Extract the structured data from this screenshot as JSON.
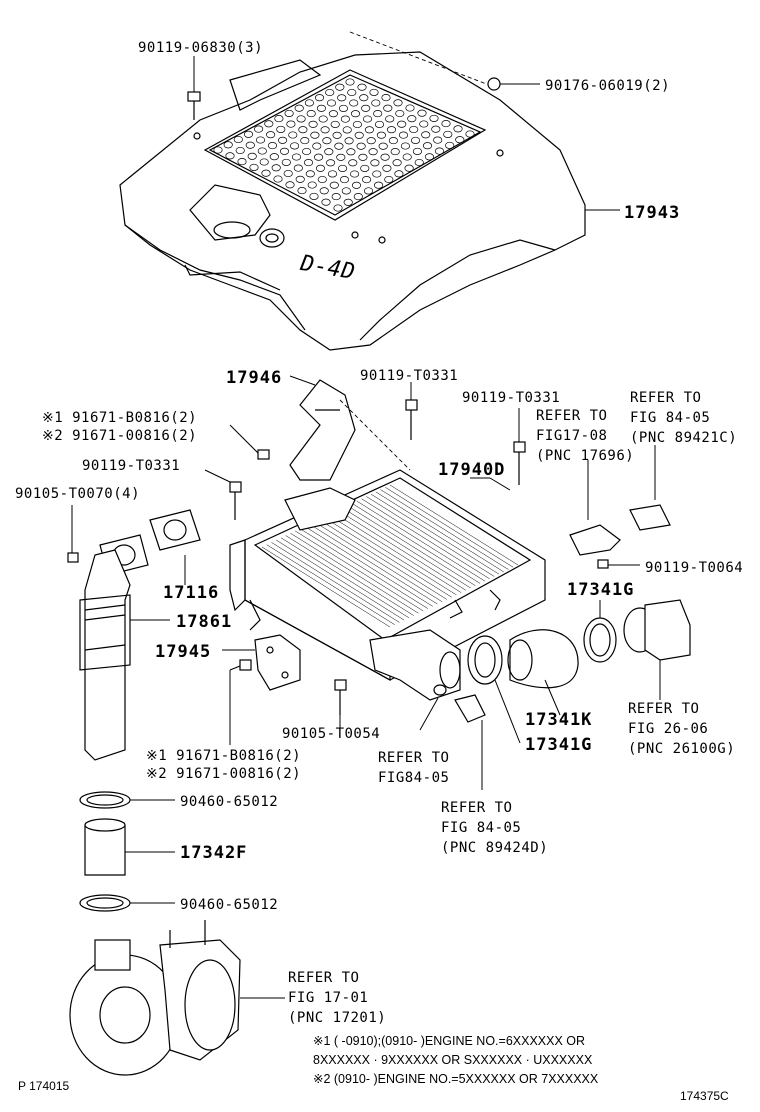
{
  "labels": {
    "p90119_06830": "90119-06830(3)",
    "p90176_06019": "90176-06019(2)",
    "p17943": "17943",
    "p17946": "17946",
    "p90119_t0331_a": "90119-T0331",
    "p90119_t0331_b": "90119-T0331",
    "p90119_t0331_c": "90119-T0331",
    "p91671_b0816_top": "※1 91671-B0816(2)",
    "p91671_00816_top": "※2 91671-00816(2)",
    "p90105_t0070": "90105-T0070(4)",
    "p17940d": "17940D",
    "p17116": "17116",
    "p17861": "17861",
    "p17945": "17945",
    "p90119_t0064": "90119-T0064",
    "p17341g_a": "17341G",
    "p17341k": "17341K",
    "p17341g_b": "17341G",
    "p90105_t0054": "90105-T0054",
    "p91671_b0816_bot": "※1 91671-B0816(2)",
    "p91671_00816_bot": "※2 91671-00816(2)",
    "p90460_65012_a": "90460-65012",
    "p17342f": "17342F",
    "p90460_65012_b": "90460-65012"
  },
  "refs": {
    "fig17_08": [
      "REFER TO",
      "FIG17-08",
      "(PNC 17696)"
    ],
    "fig84_05_c": [
      "REFER TO",
      "FIG 84-05",
      "(PNC 89421C)"
    ],
    "fig26_06": [
      "REFER TO",
      "FIG 26-06",
      "(PNC 26100G)"
    ],
    "fig84_05_a": [
      "REFER TO",
      "FIG84-05"
    ],
    "fig84_05_d": [
      "REFER TO",
      "FIG 84-05",
      "(PNC 89424D)"
    ],
    "fig17_01": [
      "REFER TO",
      "FIG 17-01",
      "(PNC 17201)"
    ]
  },
  "notes": {
    "line1": "※1 (      -0910);(0910-       )ENGINE NO.=6XXXXXX OR",
    "line2": "8XXXXXX · 9XXXXXX OR SXXXXXX · UXXXXXX",
    "line3": "※2 (0910-       )ENGINE NO.=5XXXXXX OR 7XXXXXX"
  },
  "footer": {
    "page_id": "P 174015",
    "figure_id": "174375C"
  },
  "cover_logo": "D-4D"
}
